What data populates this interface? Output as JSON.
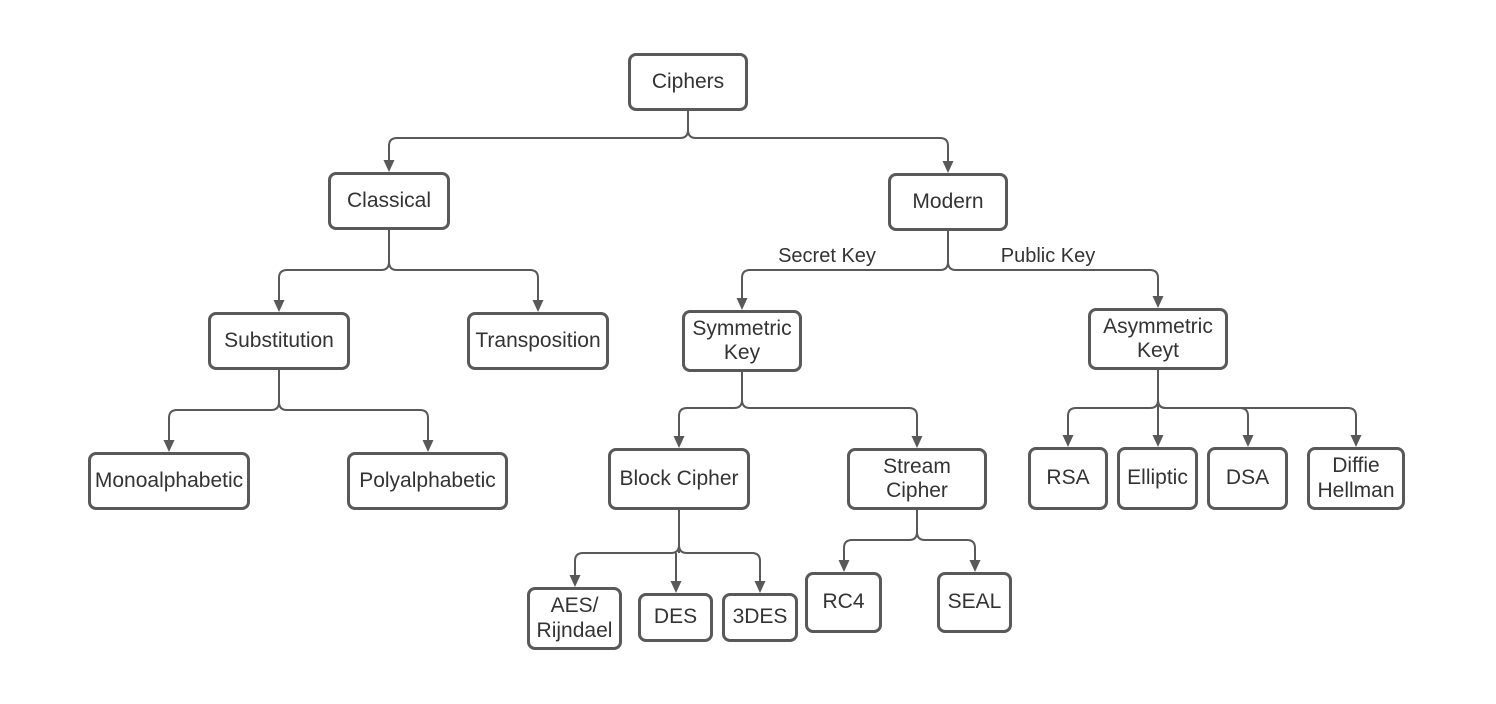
{
  "diagram": {
    "background_color": "#ffffff",
    "stroke_color": "#595959",
    "text_color": "#333333",
    "nodes": {
      "ciphers": {
        "label": "Ciphers"
      },
      "classical": {
        "label": "Classical"
      },
      "modern": {
        "label": "Modern"
      },
      "substitution": {
        "label": "Substitution"
      },
      "transposition": {
        "label": "Transposition"
      },
      "monoalphabetic": {
        "label": "Monoalphabetic"
      },
      "polyalphabetic": {
        "label": "Polyalphabetic"
      },
      "symmetric_key": {
        "label": "Symmetric\nKey"
      },
      "asymmetric_key": {
        "label": "Asymmetric\nKeyt"
      },
      "block_cipher": {
        "label": "Block Cipher"
      },
      "stream_cipher": {
        "label": "Stream\nCipher"
      },
      "aes_rijndael": {
        "label": "AES/\nRijndael"
      },
      "des": {
        "label": "DES"
      },
      "triple_des": {
        "label": "3DES"
      },
      "rc4": {
        "label": "RC4"
      },
      "seal": {
        "label": "SEAL"
      },
      "rsa": {
        "label": "RSA"
      },
      "elliptic": {
        "label": "Elliptic"
      },
      "dsa": {
        "label": "DSA"
      },
      "diffie_hellman": {
        "label": "Diffie\nHellman"
      }
    },
    "edge_labels": {
      "secret_key": "Secret Key",
      "public_key": "Public Key"
    }
  }
}
